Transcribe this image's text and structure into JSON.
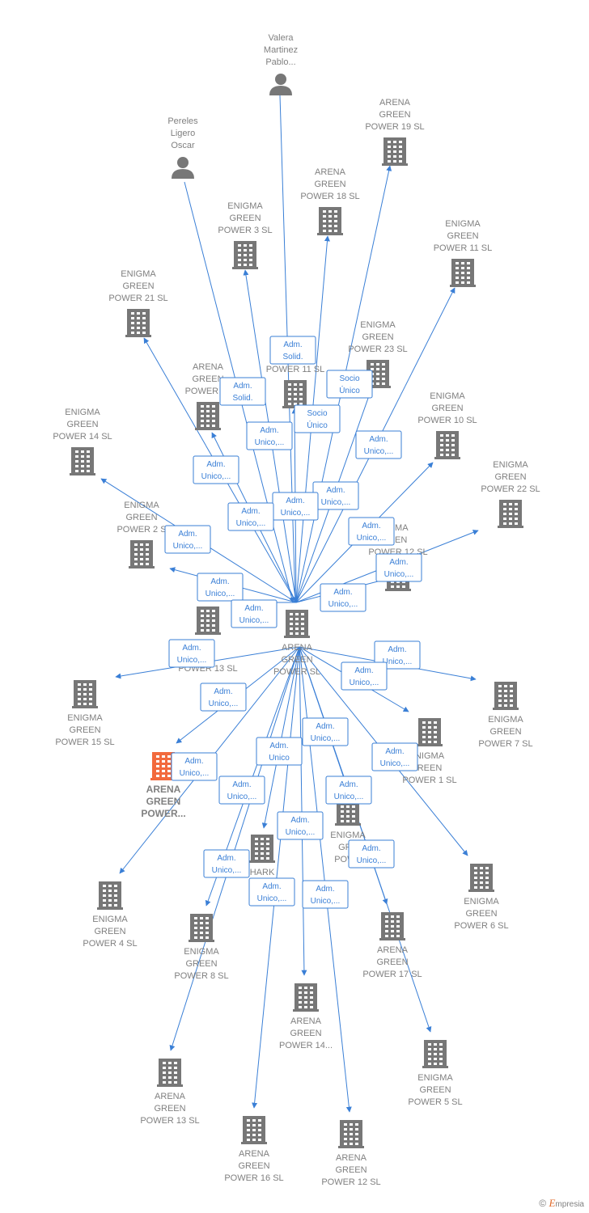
{
  "colors": {
    "edge": "#3a7fd6",
    "node": "#777777",
    "highlight": "#f26a3d",
    "label": "#808080"
  },
  "center": "n_center",
  "nodes": [
    {
      "id": "n_center",
      "type": "company",
      "lines": [
        "ARENA",
        "GREEN",
        "POWER SL"
      ]
    },
    {
      "id": "n_valera",
      "type": "person",
      "lines": [
        "Valera",
        "Martinez",
        "Pablo..."
      ]
    },
    {
      "id": "n_pereles",
      "type": "person",
      "lines": [
        "Pereles",
        "Ligero",
        "Oscar"
      ]
    },
    {
      "id": "n_ag19",
      "type": "company",
      "lines": [
        "ARENA",
        "GREEN",
        "POWER 19 SL"
      ]
    },
    {
      "id": "n_ag18",
      "type": "company",
      "lines": [
        "ARENA",
        "GREEN",
        "POWER 18 SL"
      ]
    },
    {
      "id": "n_eg3",
      "type": "company",
      "lines": [
        "ENIGMA",
        "GREEN",
        "POWER 3 SL"
      ]
    },
    {
      "id": "n_eg11",
      "type": "company",
      "lines": [
        "ENIGMA",
        "GREEN",
        "POWER 11 SL"
      ]
    },
    {
      "id": "n_eg21",
      "type": "company",
      "lines": [
        "ENIGMA",
        "GREEN",
        "POWER 21 SL"
      ]
    },
    {
      "id": "n_eg23",
      "type": "company",
      "lines": [
        "ENIGMA",
        "GREEN",
        "POWER 23 SL"
      ]
    },
    {
      "id": "n_ag11",
      "type": "company",
      "lines": [
        "A",
        "N",
        "POWER 11 SL"
      ]
    },
    {
      "id": "n_ag15",
      "type": "company",
      "lines": [
        "ARENA",
        "GREEN",
        "POWER 15"
      ]
    },
    {
      "id": "n_eg14",
      "type": "company",
      "lines": [
        "ENIGMA",
        "GREEN",
        "POWER 14 SL"
      ]
    },
    {
      "id": "n_eg10",
      "type": "company",
      "lines": [
        "ENIGMA",
        "GREEN",
        "POWER 10 SL"
      ]
    },
    {
      "id": "n_eg22",
      "type": "company",
      "lines": [
        "ENIGMA",
        "GREEN",
        "POWER 22 SL"
      ]
    },
    {
      "id": "n_eg2",
      "type": "company",
      "lines": [
        "ENIGMA",
        "GREEN",
        "POWER 2 S"
      ]
    },
    {
      "id": "n_eg12",
      "type": "company",
      "lines": [
        "GMA",
        "EEN",
        "POWER 12 SL"
      ]
    },
    {
      "id": "n_eg13",
      "type": "company",
      "lines": [
        "MA",
        "N",
        "POWER 13 SL"
      ]
    },
    {
      "id": "n_eg15",
      "type": "company",
      "lines": [
        "ENIGMA",
        "GREEN",
        "POWER 15 SL"
      ]
    },
    {
      "id": "n_eg7",
      "type": "company",
      "lines": [
        "ENIGMA",
        "GREEN",
        "POWER 7 SL"
      ]
    },
    {
      "id": "n_agp",
      "type": "company",
      "highlight": true,
      "lines": [
        "ARENA",
        "GREEN",
        "POWER..."
      ]
    },
    {
      "id": "n_eg1",
      "type": "company",
      "lines": [
        "NIGMA",
        "REEN",
        "POWER 1 SL"
      ]
    },
    {
      "id": "n_eg9",
      "type": "company",
      "lines": [
        "ENIGMA",
        "GRE",
        "POWE"
      ]
    },
    {
      "id": "n_shark",
      "type": "company",
      "lines": [
        "HARK",
        "PO",
        "REN"
      ]
    },
    {
      "id": "n_eg4",
      "type": "company",
      "lines": [
        "ENIGMA",
        "GREEN",
        "POWER 4 SL"
      ]
    },
    {
      "id": "n_eg6",
      "type": "company",
      "lines": [
        "ENIGMA",
        "GREEN",
        "POWER 6 SL"
      ]
    },
    {
      "id": "n_eg8",
      "type": "company",
      "lines": [
        "ENIGMA",
        "GREEN",
        "POWER 8 SL"
      ]
    },
    {
      "id": "n_ag17",
      "type": "company",
      "lines": [
        "ARENA",
        "GREEN",
        "POWER 17 SL"
      ]
    },
    {
      "id": "n_ag14",
      "type": "company",
      "lines": [
        "ARENA",
        "GREEN",
        "POWER 14..."
      ]
    },
    {
      "id": "n_eg5",
      "type": "company",
      "lines": [
        "ENIGMA",
        "GREEN",
        "POWER 5 SL"
      ]
    },
    {
      "id": "n_ag13",
      "type": "company",
      "lines": [
        "ARENA",
        "GREEN",
        "POWER 13 SL"
      ]
    },
    {
      "id": "n_ag16",
      "type": "company",
      "lines": [
        "ARENA",
        "GREEN",
        "POWER 16 SL"
      ]
    },
    {
      "id": "n_ag12",
      "type": "company",
      "lines": [
        "ARENA",
        "GREEN",
        "POWER 12 SL"
      ]
    }
  ],
  "edges": [
    {
      "from": "n_valera",
      "to": "n_center",
      "label": [
        "Adm.",
        "Solid."
      ]
    },
    {
      "from": "n_pereles",
      "to": "n_center",
      "label": [
        "Adm.",
        "Solid."
      ]
    },
    {
      "from": "n_center",
      "to": "n_ag19",
      "label": [
        "Socio",
        "Único"
      ]
    },
    {
      "from": "n_center",
      "to": "n_ag18",
      "label": [
        "Socio",
        "Único"
      ]
    },
    {
      "from": "n_center",
      "to": "n_eg3",
      "label": [
        "Adm.",
        "Unico,..."
      ]
    },
    {
      "from": "n_center",
      "to": "n_eg11",
      "label": [
        "Adm.",
        "Unico,..."
      ]
    },
    {
      "from": "n_center",
      "to": "n_eg21",
      "label": [
        "Adm.",
        "Unico,..."
      ]
    },
    {
      "from": "n_center",
      "to": "n_eg23",
      "label": [
        "Adm.",
        "Unico,..."
      ]
    },
    {
      "from": "n_center",
      "to": "n_ag11",
      "label": [
        "Adm.",
        "Unico,..."
      ]
    },
    {
      "from": "n_center",
      "to": "n_ag15",
      "label": [
        "Adm.",
        "Unico,..."
      ]
    },
    {
      "from": "n_center",
      "to": "n_eg14",
      "label": [
        "Adm.",
        "Unico,..."
      ]
    },
    {
      "from": "n_center",
      "to": "n_eg10",
      "label": [
        "Adm.",
        "Unico,..."
      ]
    },
    {
      "from": "n_center",
      "to": "n_eg22",
      "label": [
        "Adm.",
        "Unico,..."
      ]
    },
    {
      "from": "n_center",
      "to": "n_eg2",
      "label": [
        "Adm.",
        "Unico,..."
      ]
    },
    {
      "from": "n_center",
      "to": "n_eg12",
      "label": [
        "Adm.",
        "Unico,..."
      ]
    },
    {
      "from": "n_center",
      "to": "n_eg13",
      "label": [
        "Adm.",
        "Unico,..."
      ]
    },
    {
      "from": "n_center",
      "to": "n_eg15",
      "label": [
        "Adm.",
        "Unico,..."
      ]
    },
    {
      "from": "n_center",
      "to": "n_eg7",
      "label": [
        "Adm.",
        "Unico,..."
      ]
    },
    {
      "from": "n_center",
      "to": "n_agp",
      "label": [
        "Adm.",
        "Unico,..."
      ]
    },
    {
      "from": "n_center",
      "to": "n_eg1",
      "label": [
        "Adm.",
        "Unico,..."
      ]
    },
    {
      "from": "n_center",
      "to": "n_eg9",
      "label": [
        "Adm.",
        "Unico,..."
      ]
    },
    {
      "from": "n_center",
      "to": "n_shark",
      "label": [
        "Adm.",
        "Unico"
      ]
    },
    {
      "from": "n_center",
      "to": "n_eg4",
      "label": [
        "Adm.",
        "Unico,..."
      ]
    },
    {
      "from": "n_center",
      "to": "n_eg6",
      "label": [
        "Adm.",
        "Unico,..."
      ]
    },
    {
      "from": "n_center",
      "to": "n_eg8",
      "label": [
        "Adm.",
        "Unico,..."
      ]
    },
    {
      "from": "n_center",
      "to": "n_ag17",
      "label": [
        "Adm.",
        "Unico,..."
      ]
    },
    {
      "from": "n_center",
      "to": "n_ag14",
      "label": [
        "Adm.",
        "Unico,..."
      ]
    },
    {
      "from": "n_center",
      "to": "n_eg5",
      "label": [
        "Adm.",
        "Unico,..."
      ]
    },
    {
      "from": "n_center",
      "to": "n_ag13",
      "label": [
        "Adm.",
        "Unico,..."
      ]
    },
    {
      "from": "n_center",
      "to": "n_ag16",
      "label": [
        "Adm.",
        "Unico,..."
      ]
    },
    {
      "from": "n_center",
      "to": "n_ag12",
      "label": [
        "Adm.",
        "Unico,..."
      ]
    }
  ],
  "footer": {
    "copyright": "©",
    "brand": "E",
    "brand_rest": "mpresia"
  }
}
